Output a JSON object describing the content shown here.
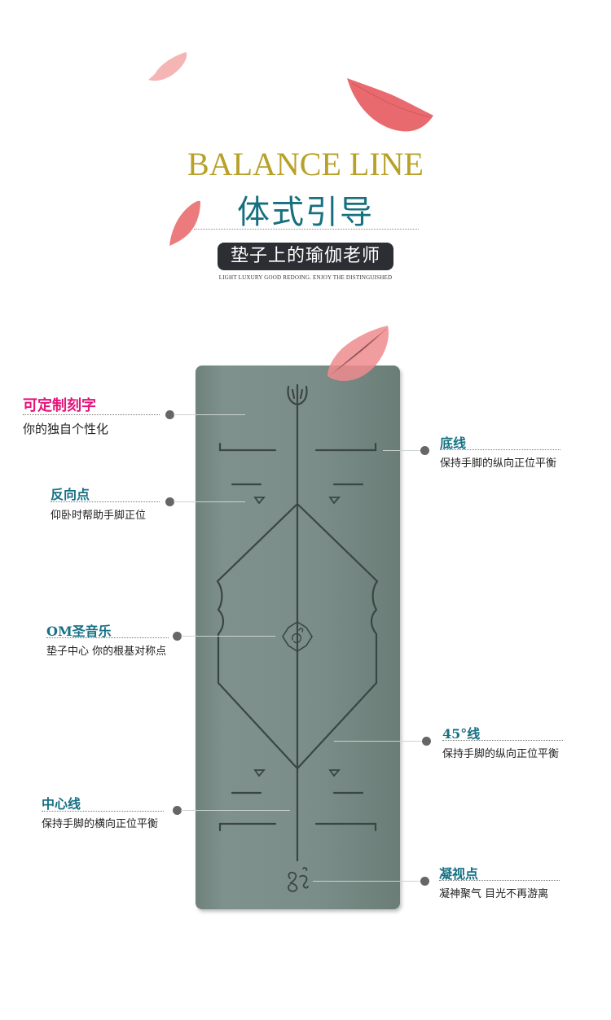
{
  "header": {
    "title_en": "BALANCE LINE",
    "title_cn": "体式引导",
    "subtitle": "垫子上的瑜伽老师",
    "tagline": "LIGHT LUXURY GOOD REDOING. ENJOY THE DISTINGUISHED"
  },
  "callouts": {
    "engrave": {
      "title": "可定制刻字",
      "desc": "你的独自个性化"
    },
    "reverse_point": {
      "title": "反向点",
      "desc": "仰卧时帮助手脚正位"
    },
    "om": {
      "title": "OM圣音乐",
      "desc": "垫子中心 你的根基对称点"
    },
    "center_line": {
      "title": "中心线",
      "desc": "保持手脚的横向正位平衡"
    },
    "bottom_line": {
      "title": "底线",
      "desc": "保持手脚的纵向正位平衡"
    },
    "line_45": {
      "title": "45°线",
      "desc": "保持手脚的纵向正位平衡"
    },
    "gaze_point": {
      "title": "凝视点",
      "desc": "凝神聚气 目光不再游离"
    }
  },
  "colors": {
    "gold": "#b7a128",
    "teal": "#17707f",
    "pink": "#e5137a",
    "mat": "#7b8d88",
    "pill": "#2b2f33"
  }
}
